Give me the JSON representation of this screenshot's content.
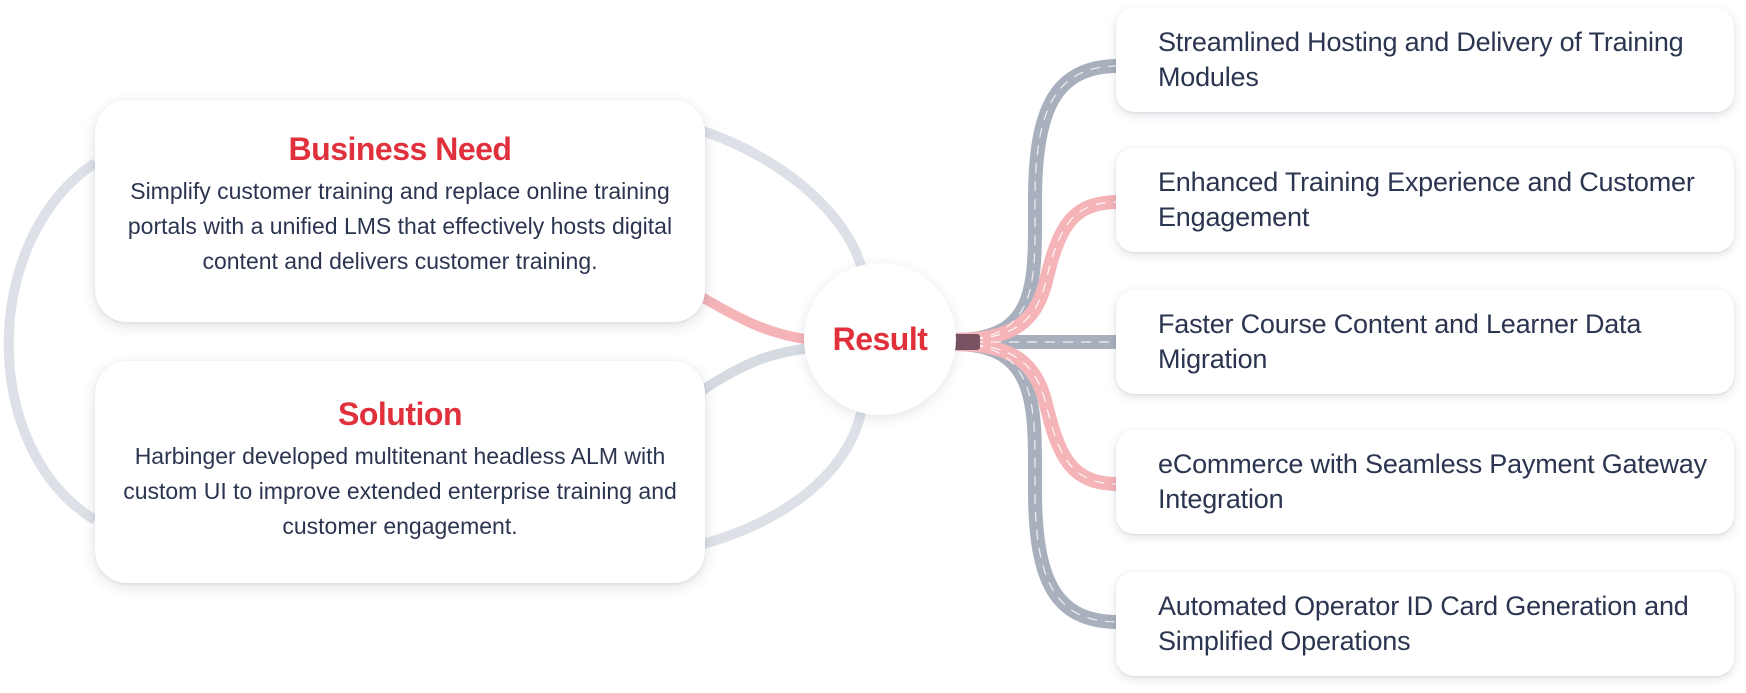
{
  "business_need": {
    "title": "Business Need",
    "body": "Simplify customer training and replace online training portals with a unified LMS that effectively hosts digital content and delivers customer training."
  },
  "solution": {
    "title": "Solution",
    "body": "Harbinger developed multitenant headless ALM with custom UI to improve extended enterprise training and customer engagement."
  },
  "result": {
    "label": "Result"
  },
  "outcomes": [
    {
      "text": "Streamlined Hosting and Delivery of Training Modules",
      "connector": "gray"
    },
    {
      "text": "Enhanced Training Experience and Customer Engagement",
      "connector": "pink"
    },
    {
      "text": "Faster Course Content and Learner Data Migration",
      "connector": "gray"
    },
    {
      "text": "eCommerce with Seamless Payment Gateway Integration",
      "connector": "pink"
    },
    {
      "text": "Automated Operator ID Card Generation and Simplified Operations",
      "connector": "gray"
    }
  ],
  "colors": {
    "accent": "#e0303c",
    "text": "#2b3550",
    "connector_gray": "#a9b0bd",
    "connector_gray_light": "#dde1e7",
    "connector_pink": "#f5b4b8"
  }
}
